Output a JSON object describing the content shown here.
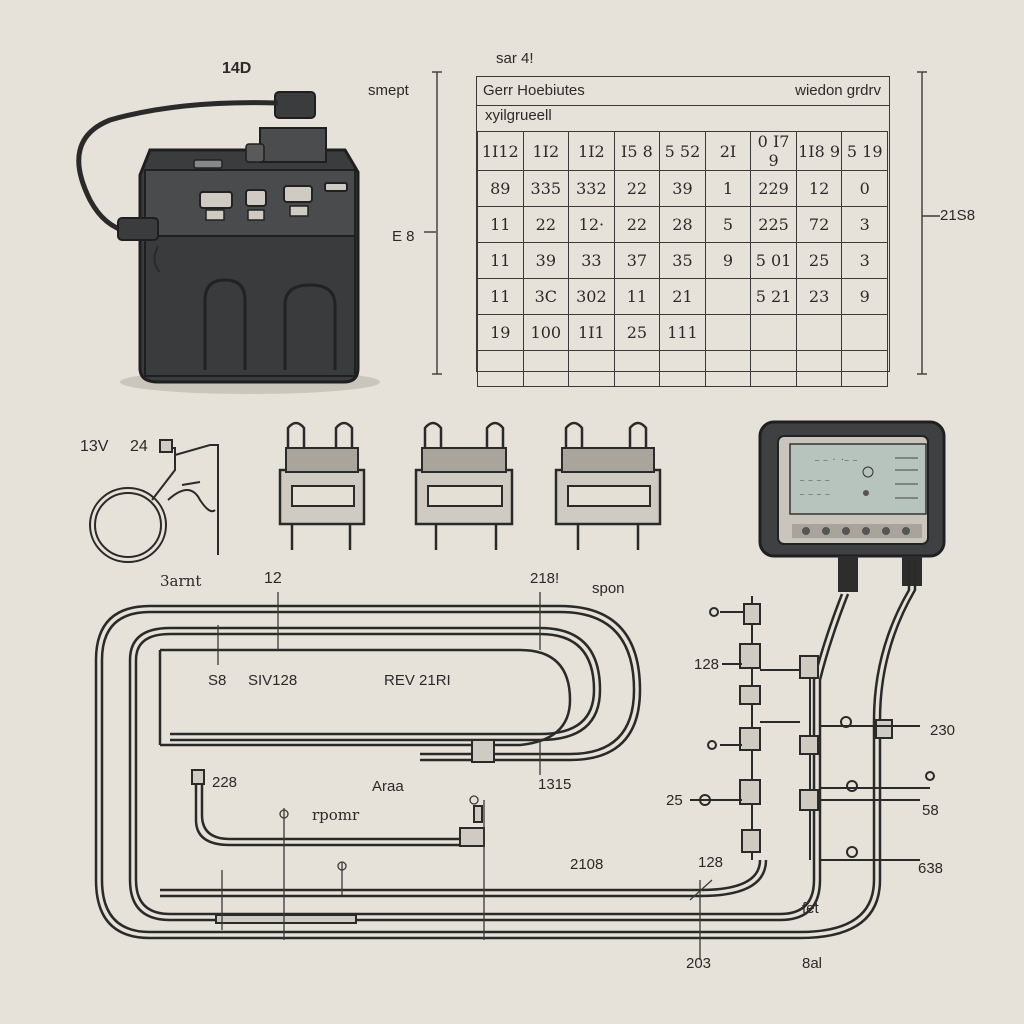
{
  "title_label": "sar 4!",
  "battery": {
    "label": "14D"
  },
  "left_labels": {
    "smept": "smept",
    "e8": "E 8"
  },
  "table": {
    "header_left": "Gerr  Hoebiutes",
    "header_right": "wiedon  grdrv",
    "subheader": "xyilgrueell",
    "columns": [
      "1I12",
      "1I2",
      "1I2",
      "I5 8",
      "5 52",
      "2I",
      "0 I7 9",
      "1I8 9",
      "5 19"
    ],
    "rows": [
      [
        "89",
        "335",
        "332",
        "22",
        "39",
        "1",
        "229",
        "12",
        "0"
      ],
      [
        "11",
        "22",
        "12·",
        "22",
        "28",
        "5",
        "225",
        "72",
        "3"
      ],
      [
        "11",
        "39",
        "33",
        "37",
        "35",
        "9",
        "5 01",
        "25",
        "3"
      ],
      [
        "11",
        "3C",
        "302",
        "11",
        "21",
        "",
        "5 21",
        "23",
        "9"
      ],
      [
        "19",
        "100",
        "1I1",
        "25",
        "111",
        "",
        "",
        "",
        ""
      ],
      [
        "",
        "",
        "",
        "",
        "",
        "",
        "",
        "",
        ""
      ]
    ],
    "right_dim_label": "21S8"
  },
  "coil": {
    "label_a": "13V",
    "label_b": "24"
  },
  "fuses": {
    "count": 3
  },
  "meter": {
    "screen_line1": "ˢᵉᵉ ᵍᵃᵃᵃᵃ",
    "screen_line2": "ᵍᵃᵃᵍᵃᵍᵃ",
    "screen_line3": "ᵍᵃᵃᵃᵃᵃ"
  },
  "loop_labels": {
    "start": "3arnt",
    "n12": "12",
    "n218": "218!",
    "spon": "spon",
    "s8": "S8",
    "sv128": "SIV128",
    "rev": "REV 21RI",
    "n228": "228",
    "area": "Araa",
    "n1315": "1315",
    "rpomr": "rpomr",
    "n2108": "2108",
    "n128": "128",
    "ref": "fet",
    "n203": "203",
    "sal": "8al"
  },
  "connector_labels": {
    "n128b": "128",
    "n25": "25",
    "r230": "230",
    "r58": "58",
    "r638": "638"
  }
}
